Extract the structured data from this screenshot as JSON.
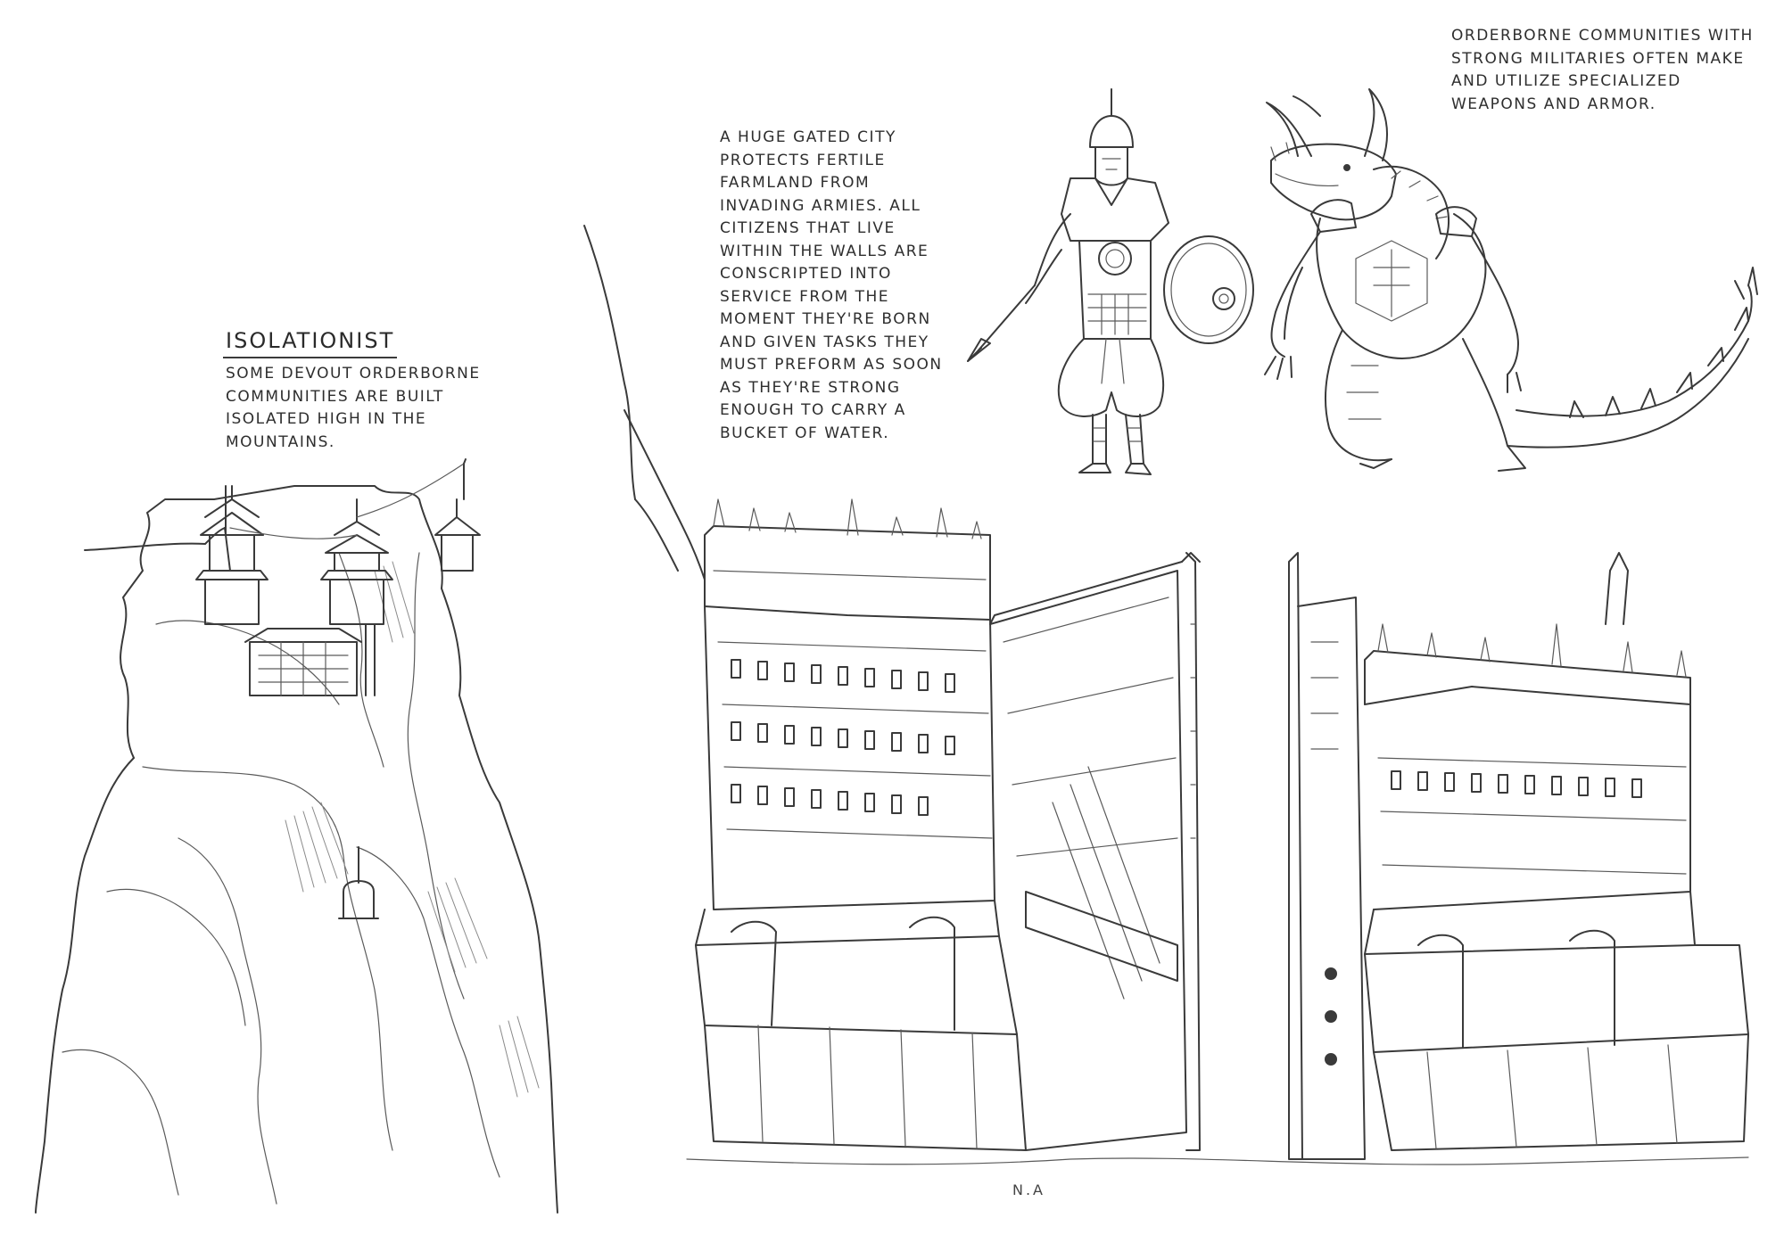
{
  "isolationist": {
    "title": "ISOLATIONIST",
    "lines": [
      "SOME DEVOUT ORDERBORNE",
      "COMMUNITIES ARE BUILT",
      "ISOLATED HIGH IN THE",
      "MOUNTAINS."
    ]
  },
  "gated_city": {
    "lines": [
      "A HUGE GATED CITY",
      "PROTECTS FERTILE",
      "FARMLAND FROM",
      "INVADING ARMIES. ALL",
      "CITIZENS THAT LIVE",
      "WITHIN THE WALLS ARE",
      "CONSCRIPTED INTO",
      "SERVICE FROM THE",
      "MOMENT THEY'RE BORN",
      "AND GIVEN TASKS THEY",
      "MUST PREFORM AS SOON",
      "AS THEY'RE STRONG",
      "ENOUGH TO CARRY A",
      "BUCKET OF WATER."
    ]
  },
  "militaries": {
    "lines": [
      "ORDERBORNE COMMUNITIES WITH",
      "STRONG MILITARIES OFTEN MAKE",
      "AND UTILIZE SPECIALIZED",
      "WEAPONS AND ARMOR."
    ]
  },
  "signature": "N.A",
  "illustrations": {
    "mountain_temple": "mountain-temple-sketch",
    "city_gate": "city-gate-sketch",
    "armored_warrior": "armored-warrior-sketch",
    "dragon_warrior": "dragon-warrior-sketch"
  }
}
